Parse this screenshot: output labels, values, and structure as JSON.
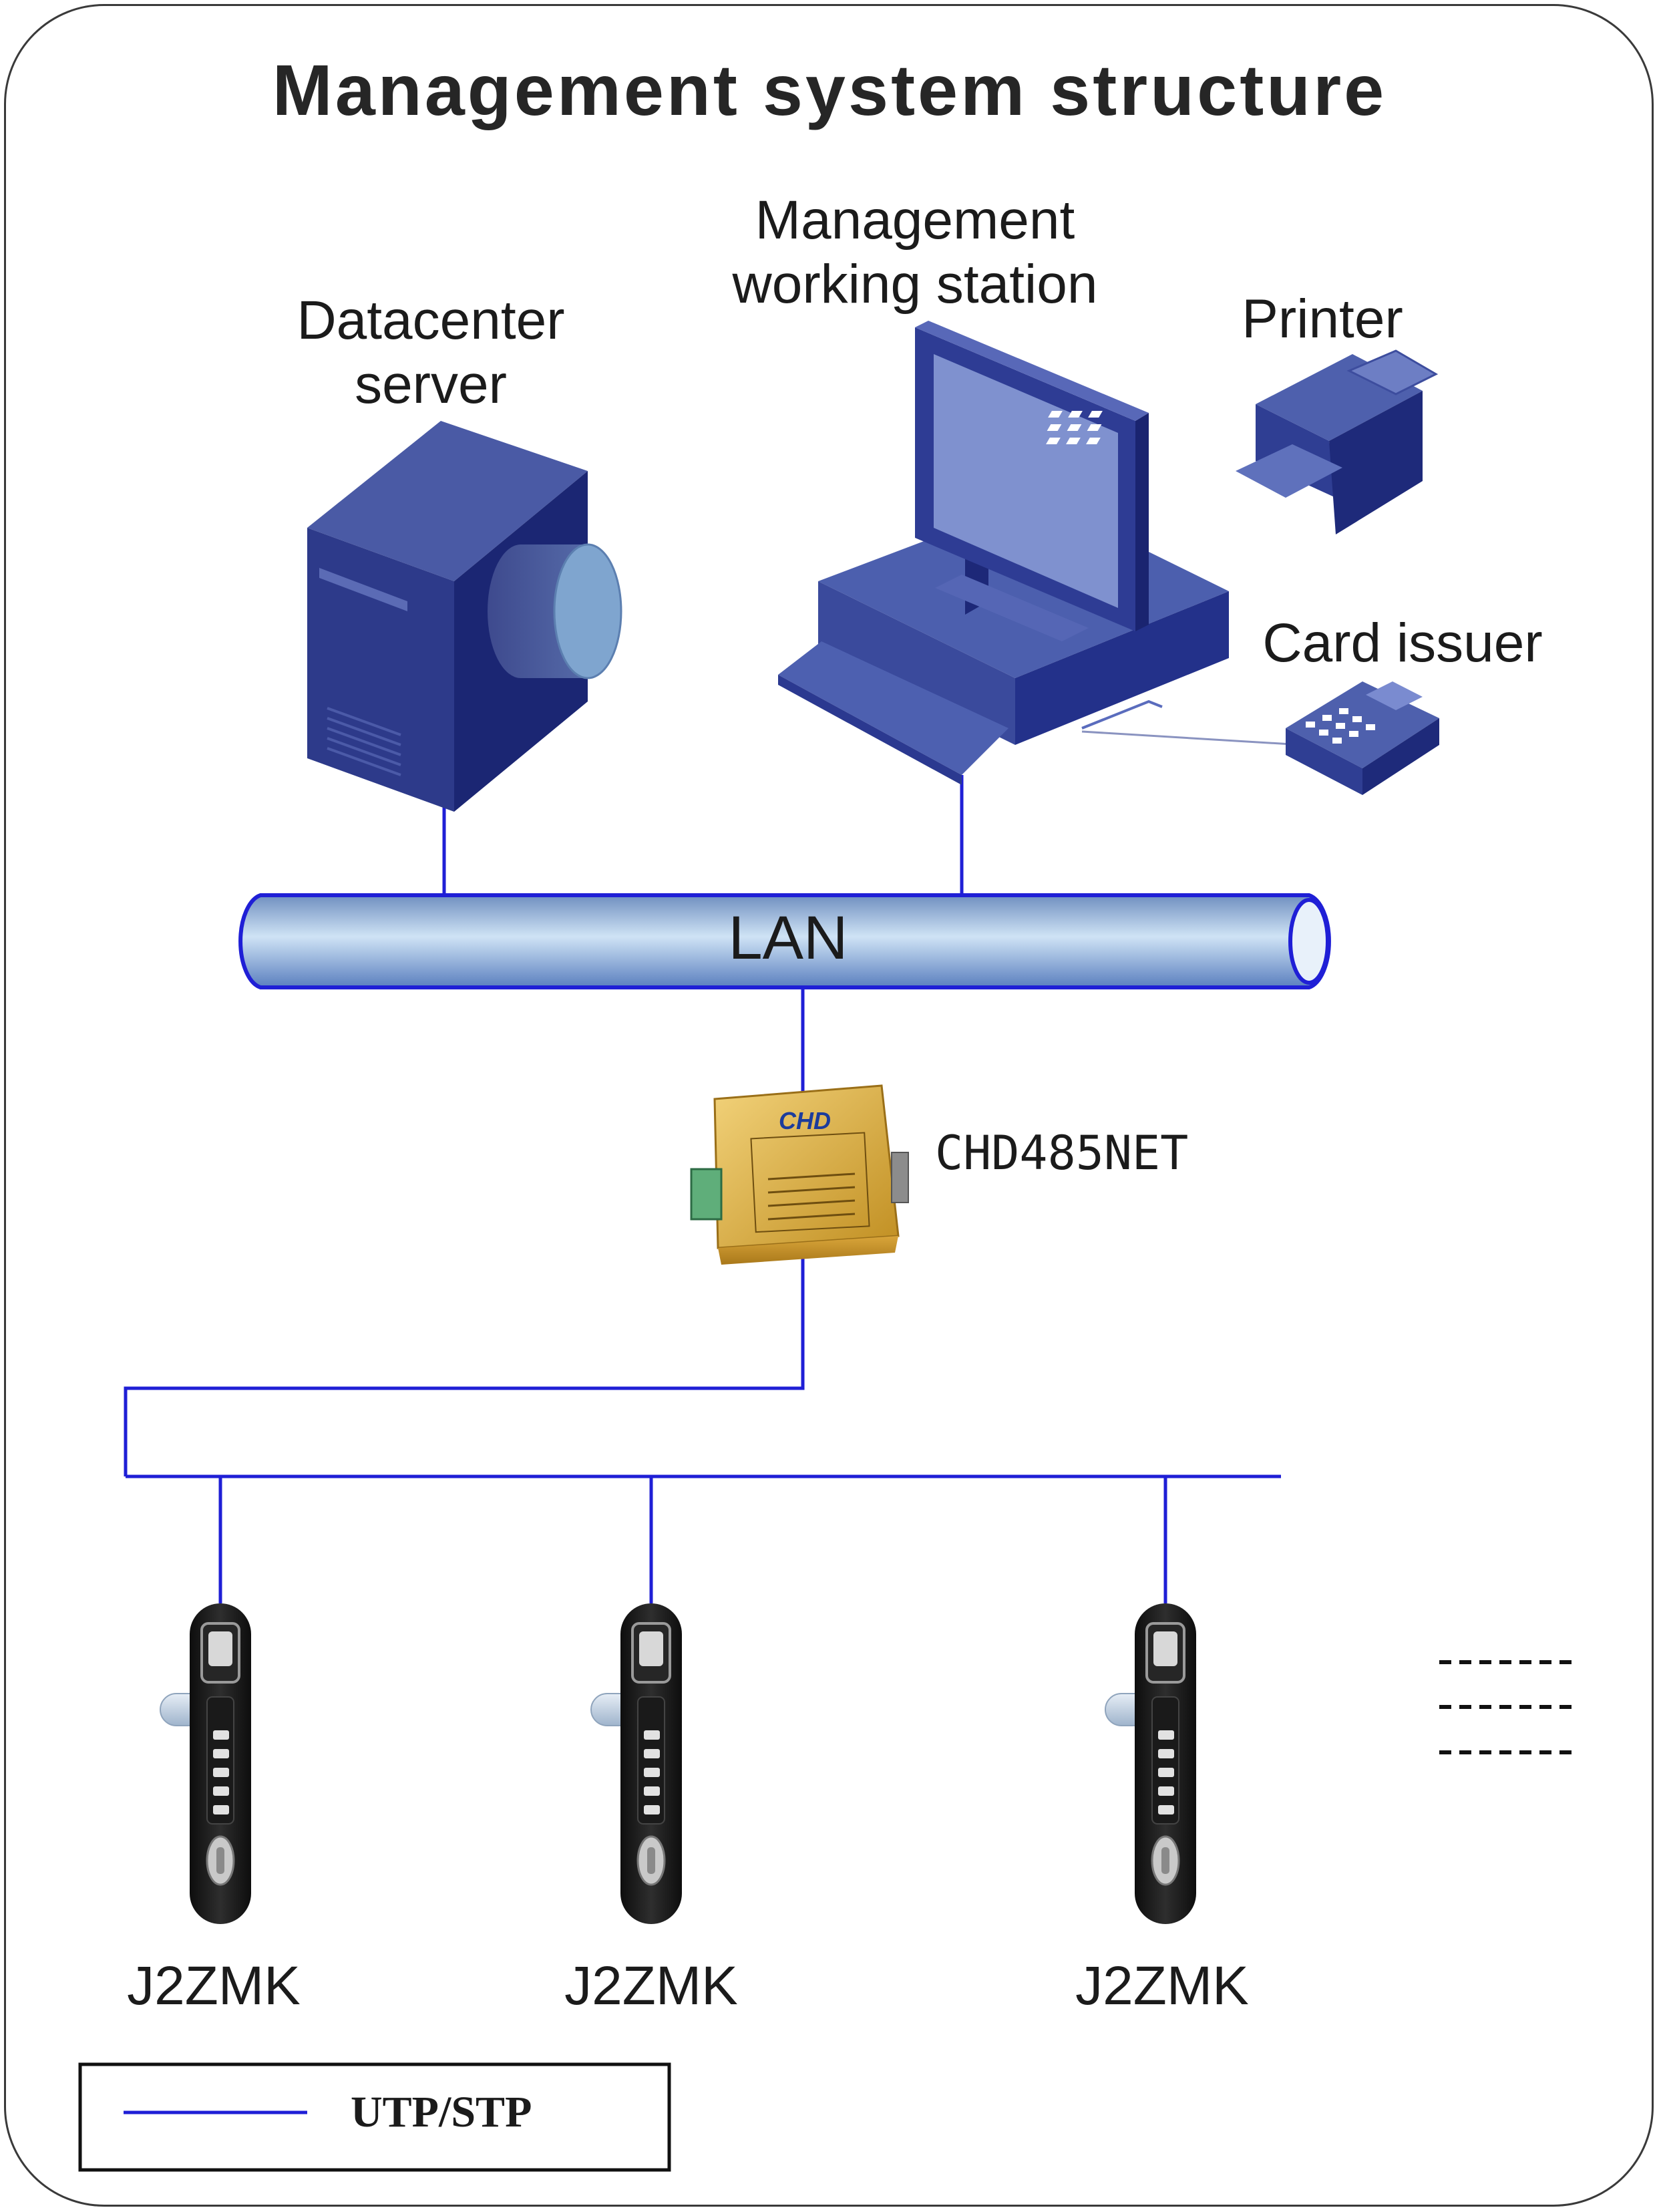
{
  "title": "Management system structure",
  "nodes": {
    "server": {
      "label_line1": "Datacenter",
      "label_line2": "server"
    },
    "station": {
      "label_line1": "Management",
      "label_line2": "working station"
    },
    "printer": {
      "label": "Printer"
    },
    "card_issuer": {
      "label": "Card issuer"
    },
    "lan": {
      "label": "LAN"
    },
    "converter": {
      "label": "CHD485NET",
      "logo": "CHD"
    },
    "locks": [
      {
        "label": "J2ZMK"
      },
      {
        "label": "J2ZMK"
      },
      {
        "label": "J2ZMK"
      }
    ],
    "more": {
      "icon": "ellipsis-dashes-icon"
    }
  },
  "legend": {
    "label": "UTP/STP",
    "line_color": "#1f1fd6"
  },
  "colors": {
    "cable": "#1f1fd6",
    "device_dark": "#1e2a78",
    "device_mid": "#3c4fa0",
    "device_light": "#5566b8",
    "screen": "#7f91cf",
    "lan_tube": "#9cc3e6",
    "converter_gold": "#d6a93c"
  }
}
